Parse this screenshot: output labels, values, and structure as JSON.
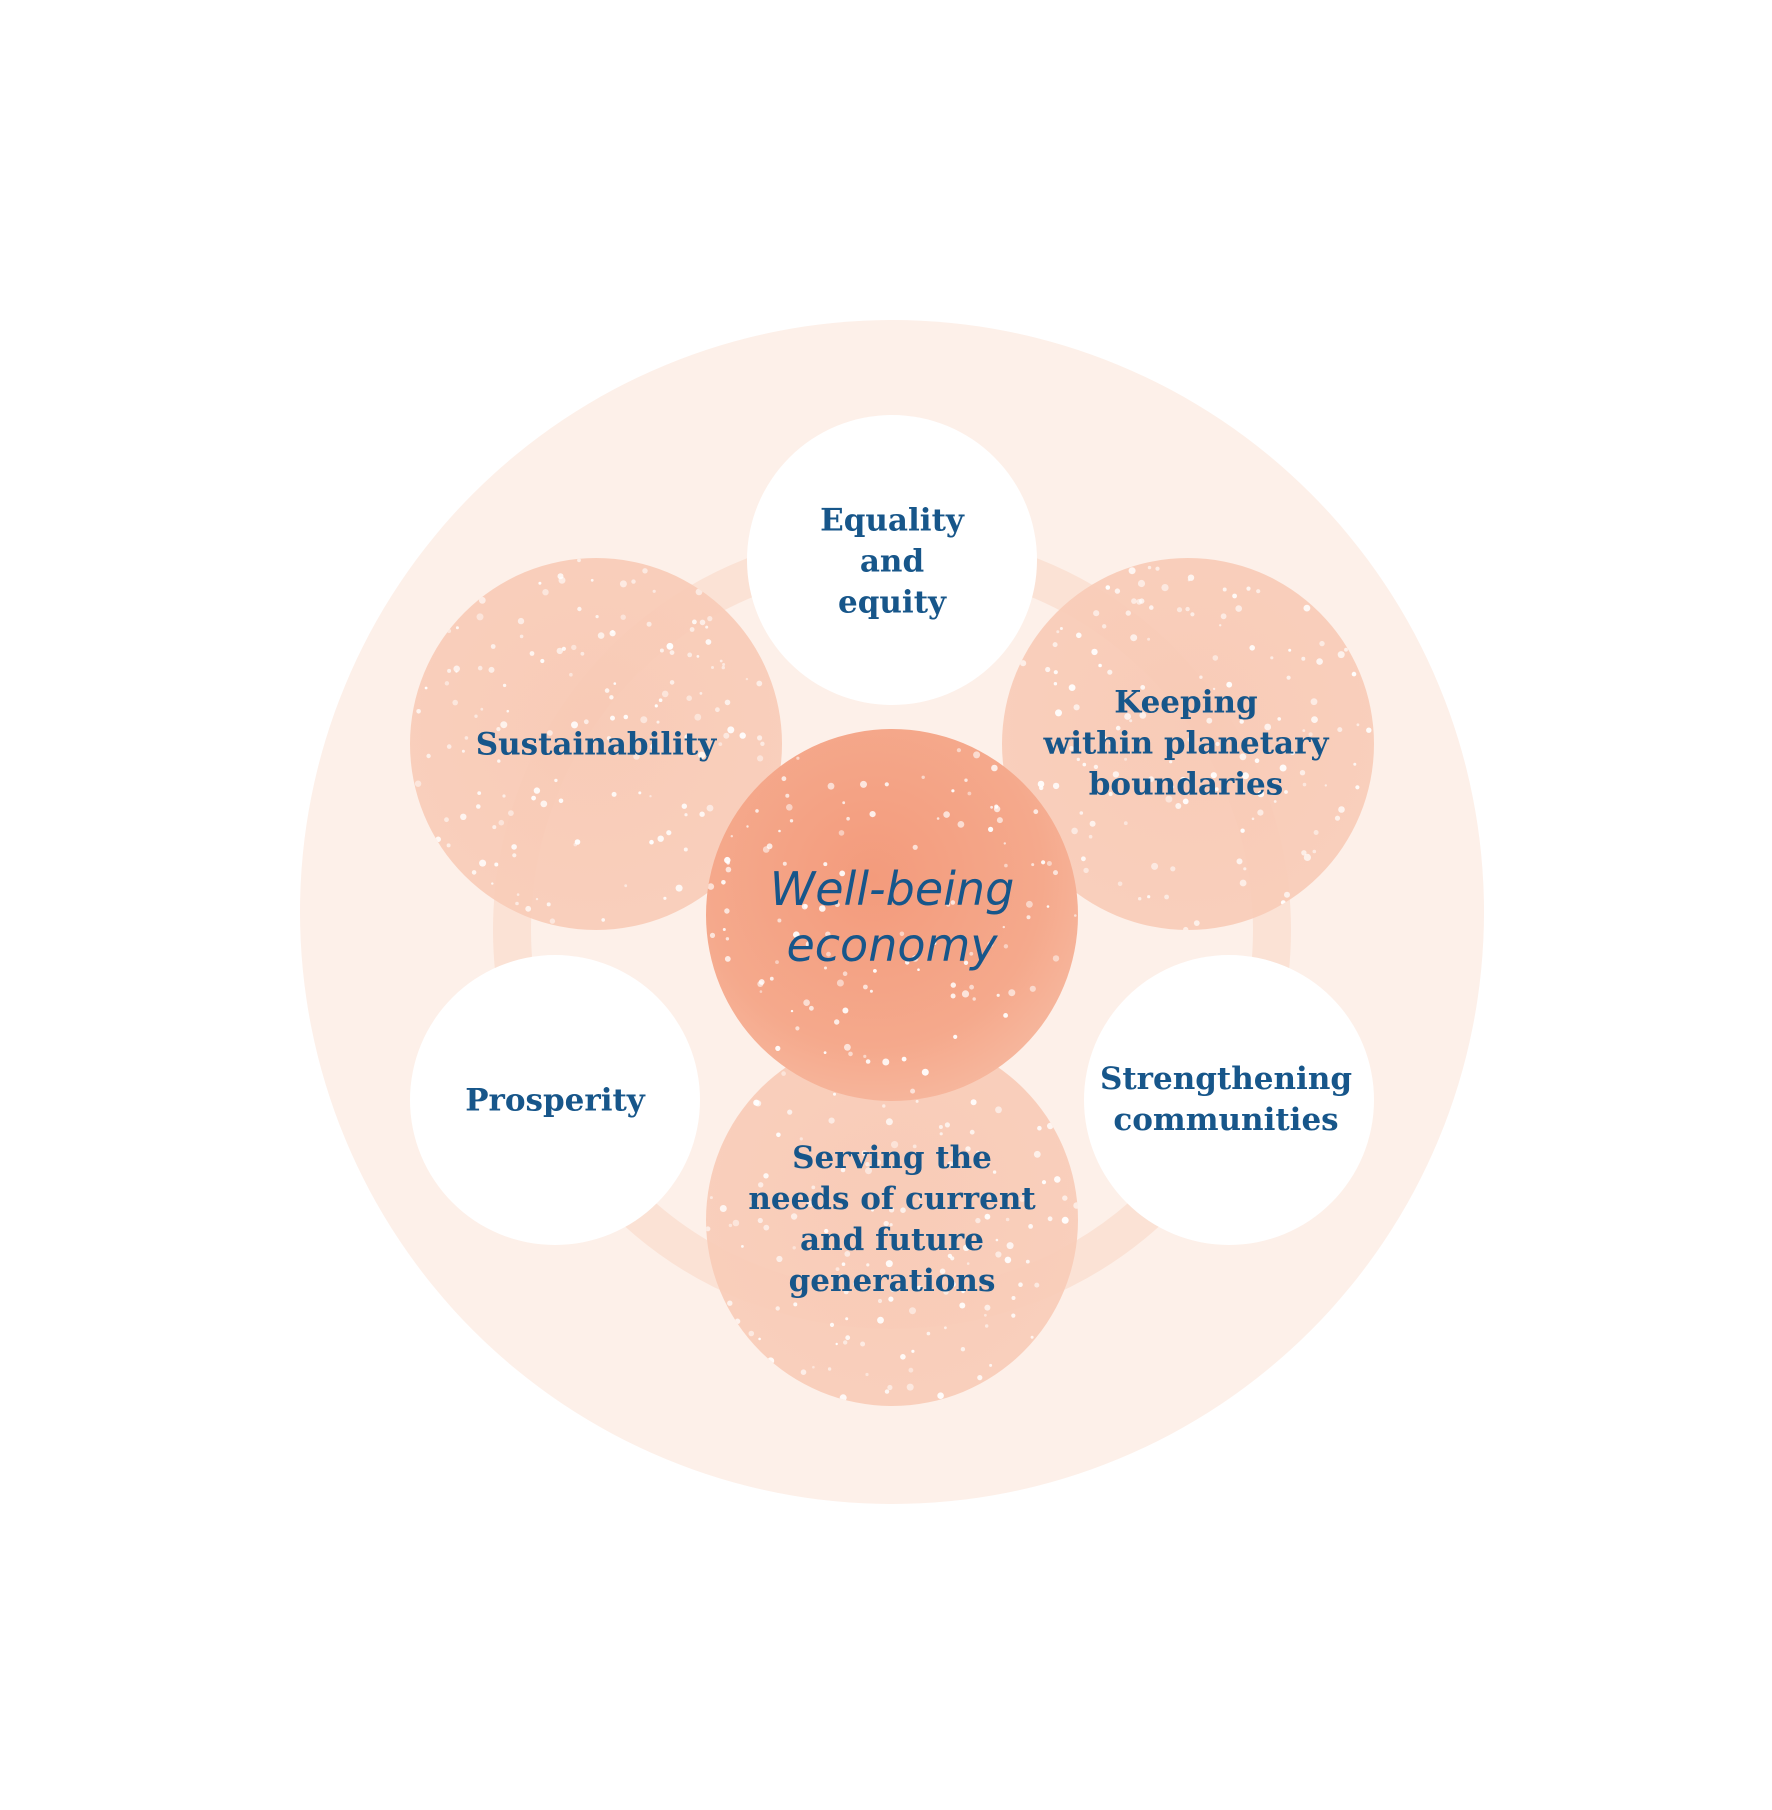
{
  "diagram": {
    "center": {
      "lines": [
        "Well-being",
        "economy"
      ]
    },
    "nodes": [
      {
        "id": "equality",
        "lines": [
          "Equality",
          "and",
          "equity"
        ],
        "fill": "white"
      },
      {
        "id": "planetary",
        "lines": [
          "Keeping",
          "within planetary",
          "boundaries"
        ],
        "fill": "peach"
      },
      {
        "id": "communities",
        "lines": [
          "Strengthening",
          "communities"
        ],
        "fill": "white"
      },
      {
        "id": "generations",
        "lines": [
          "Serving the",
          "needs of current",
          "and future",
          "generations"
        ],
        "fill": "peach"
      },
      {
        "id": "prosperity",
        "lines": [
          "Prosperity"
        ],
        "fill": "white"
      },
      {
        "id": "sustainability",
        "lines": [
          "Sustainability"
        ],
        "fill": "peach"
      }
    ]
  },
  "colors": {
    "text": "#17568a",
    "outer_disc": "#fdf0e9",
    "ring": "#fbe1d4",
    "peach_circle": "#f8c3ad",
    "center_circle": "#f4a283",
    "white_circle": "#ffffff",
    "speckle": "#ffffff"
  }
}
